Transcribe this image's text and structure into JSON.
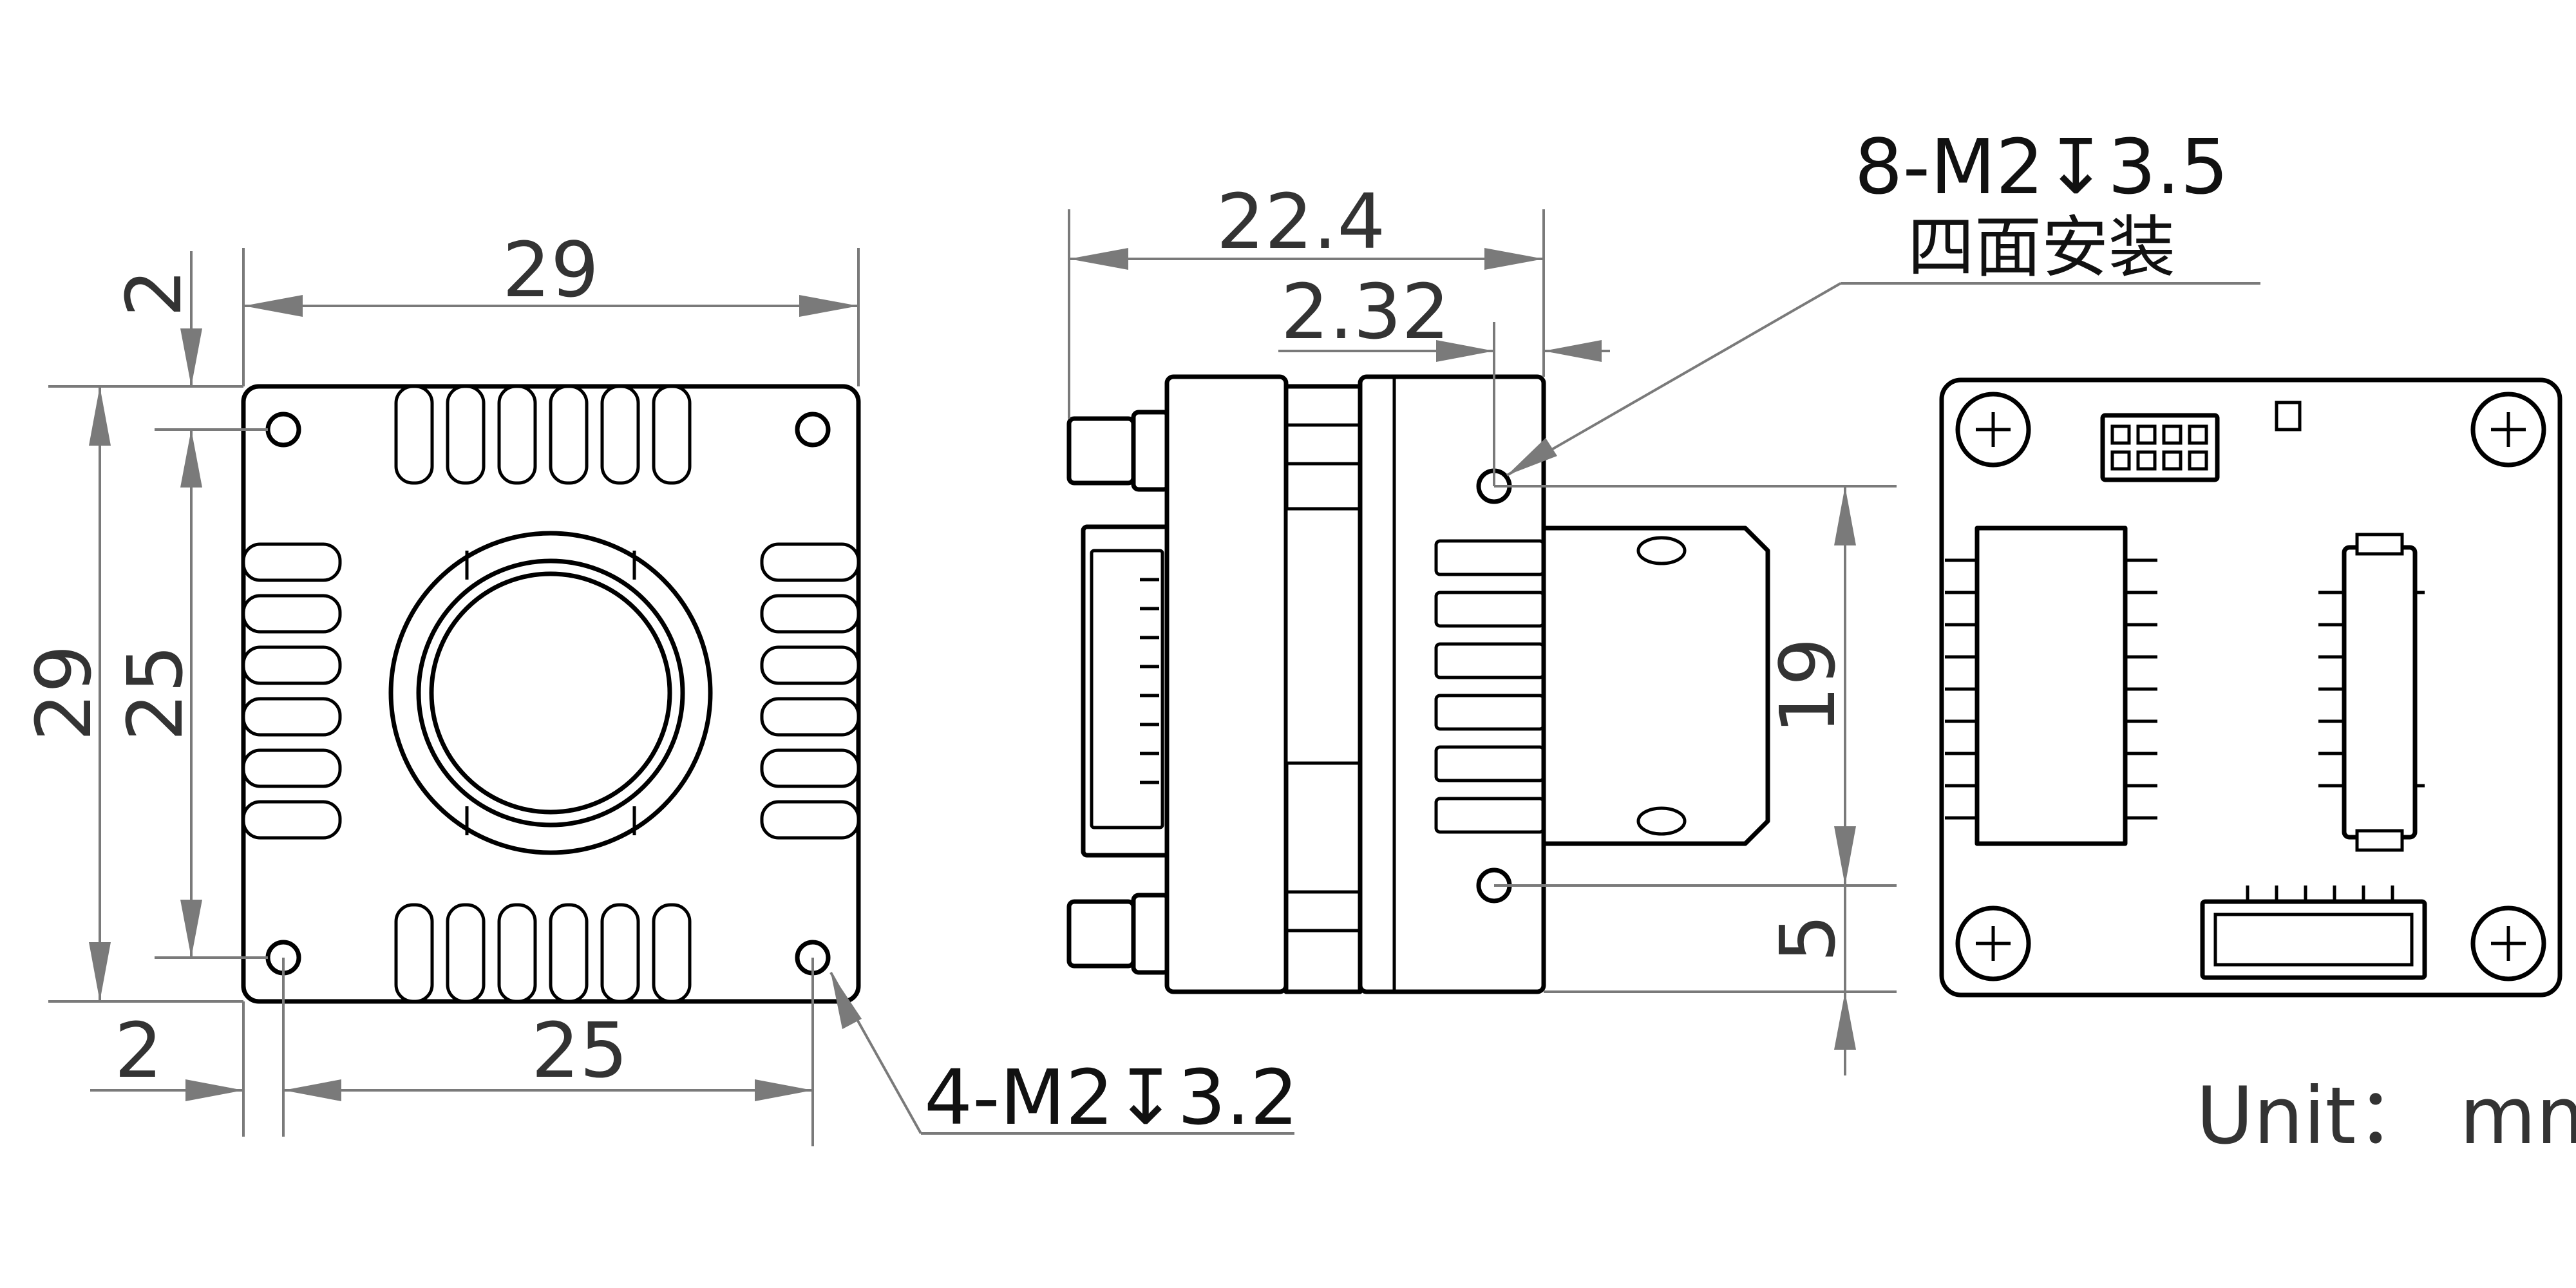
{
  "front_view": {
    "dim_width_overall": "29",
    "dim_height_overall": "29",
    "dim_height_holes": "25",
    "dim_width_holes": "25",
    "dim_offset_top": "2",
    "dim_offset_left": "2",
    "callout_holes": "4-M2↧3.2"
  },
  "side_view": {
    "dim_length": "22.4",
    "dim_flange": "2.32",
    "dim_hole_spacing": "19",
    "dim_hole_offset": "5",
    "callout_holes_line1": "8-M2↧3.5",
    "callout_holes_line2": "四面安装"
  },
  "unit_label": "Unit： mm"
}
